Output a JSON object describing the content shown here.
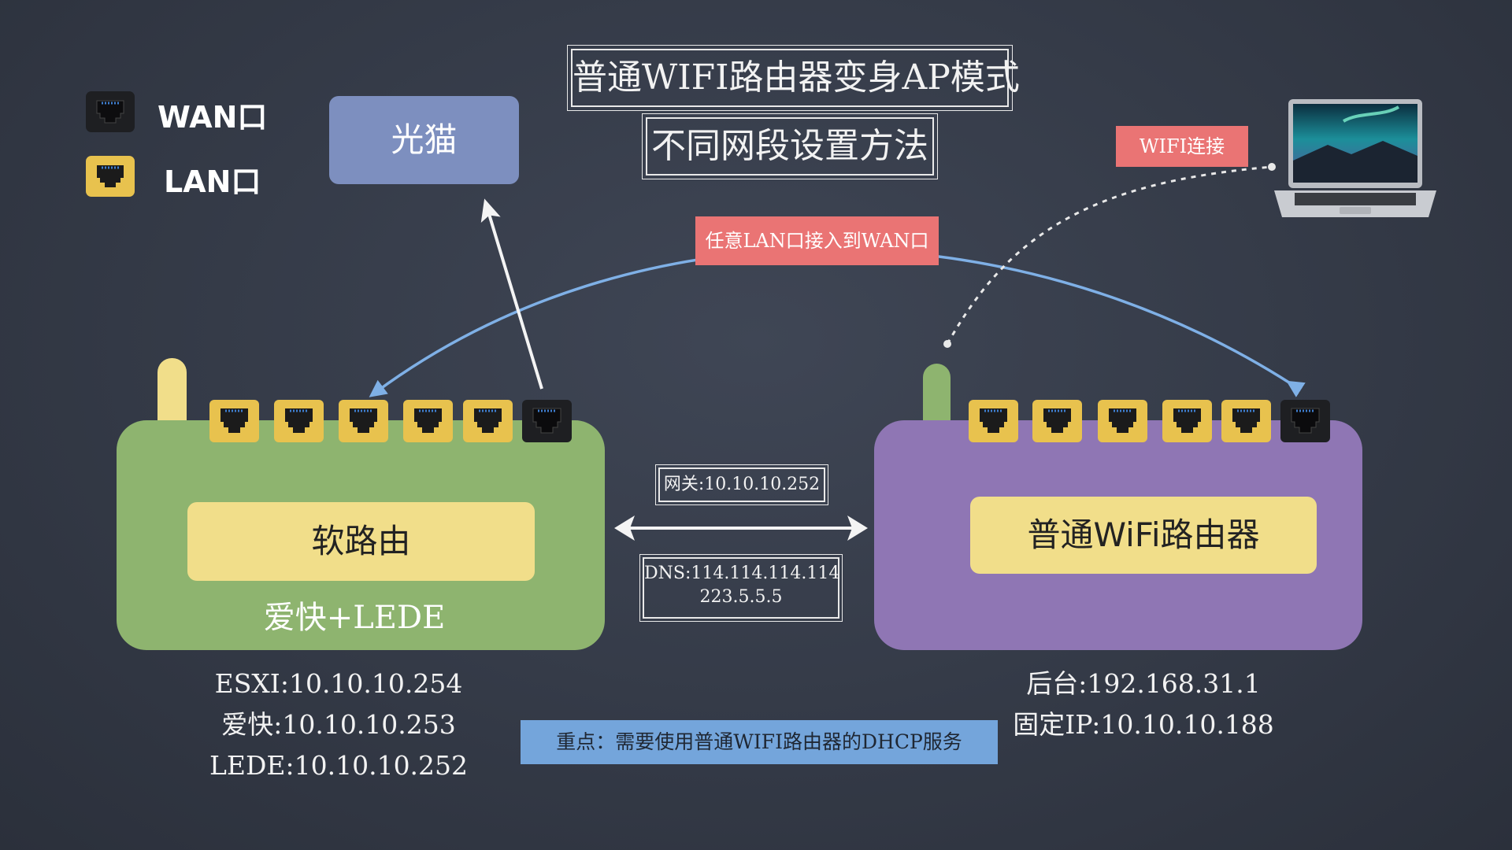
{
  "title": {
    "line1": "普通WIFI路由器变身AP模式",
    "line2": "不同网段设置方法"
  },
  "legend": [
    {
      "label": "WAN口",
      "color": "#1e1f22"
    },
    {
      "label": "LAN口",
      "color": "#e8c24e"
    }
  ],
  "modem": {
    "label": "光猫"
  },
  "tags": {
    "wifi_connect": "WIFI连接",
    "any_lan_to_wan": "任意LAN口接入到WAN口",
    "key_point": "重点：需要使用普通WIFI路由器的DHCP服务"
  },
  "soft_router": {
    "label": "软路由",
    "sub_label": "爱快+LEDE",
    "ips": [
      "ESXI:10.10.10.254",
      "爱快:10.10.10.253",
      "LEDE:10.10.10.252"
    ]
  },
  "wifi_router": {
    "label": "普通WiFi路由器",
    "ips": [
      "后台:192.168.31.1",
      "固定IP:10.10.10.188"
    ]
  },
  "link": {
    "gateway": "网关:10.10.10.252",
    "dns": [
      "DNS:114.114.114.114",
      "223.5.5.5"
    ]
  },
  "colors": {
    "background": "#363c49",
    "soft_router": "#8eb46f",
    "wifi_router": "#8f76b4",
    "modem": "#7d8fbf",
    "label_plate": "#f1de8a",
    "red_tag": "#ea7474",
    "blue_tag": "#74a5db",
    "wan_port": "#1e1f22",
    "lan_port": "#e8c24e"
  },
  "icons": [
    "ethernet-port-icon",
    "laptop-icon",
    "arrow-icon"
  ]
}
